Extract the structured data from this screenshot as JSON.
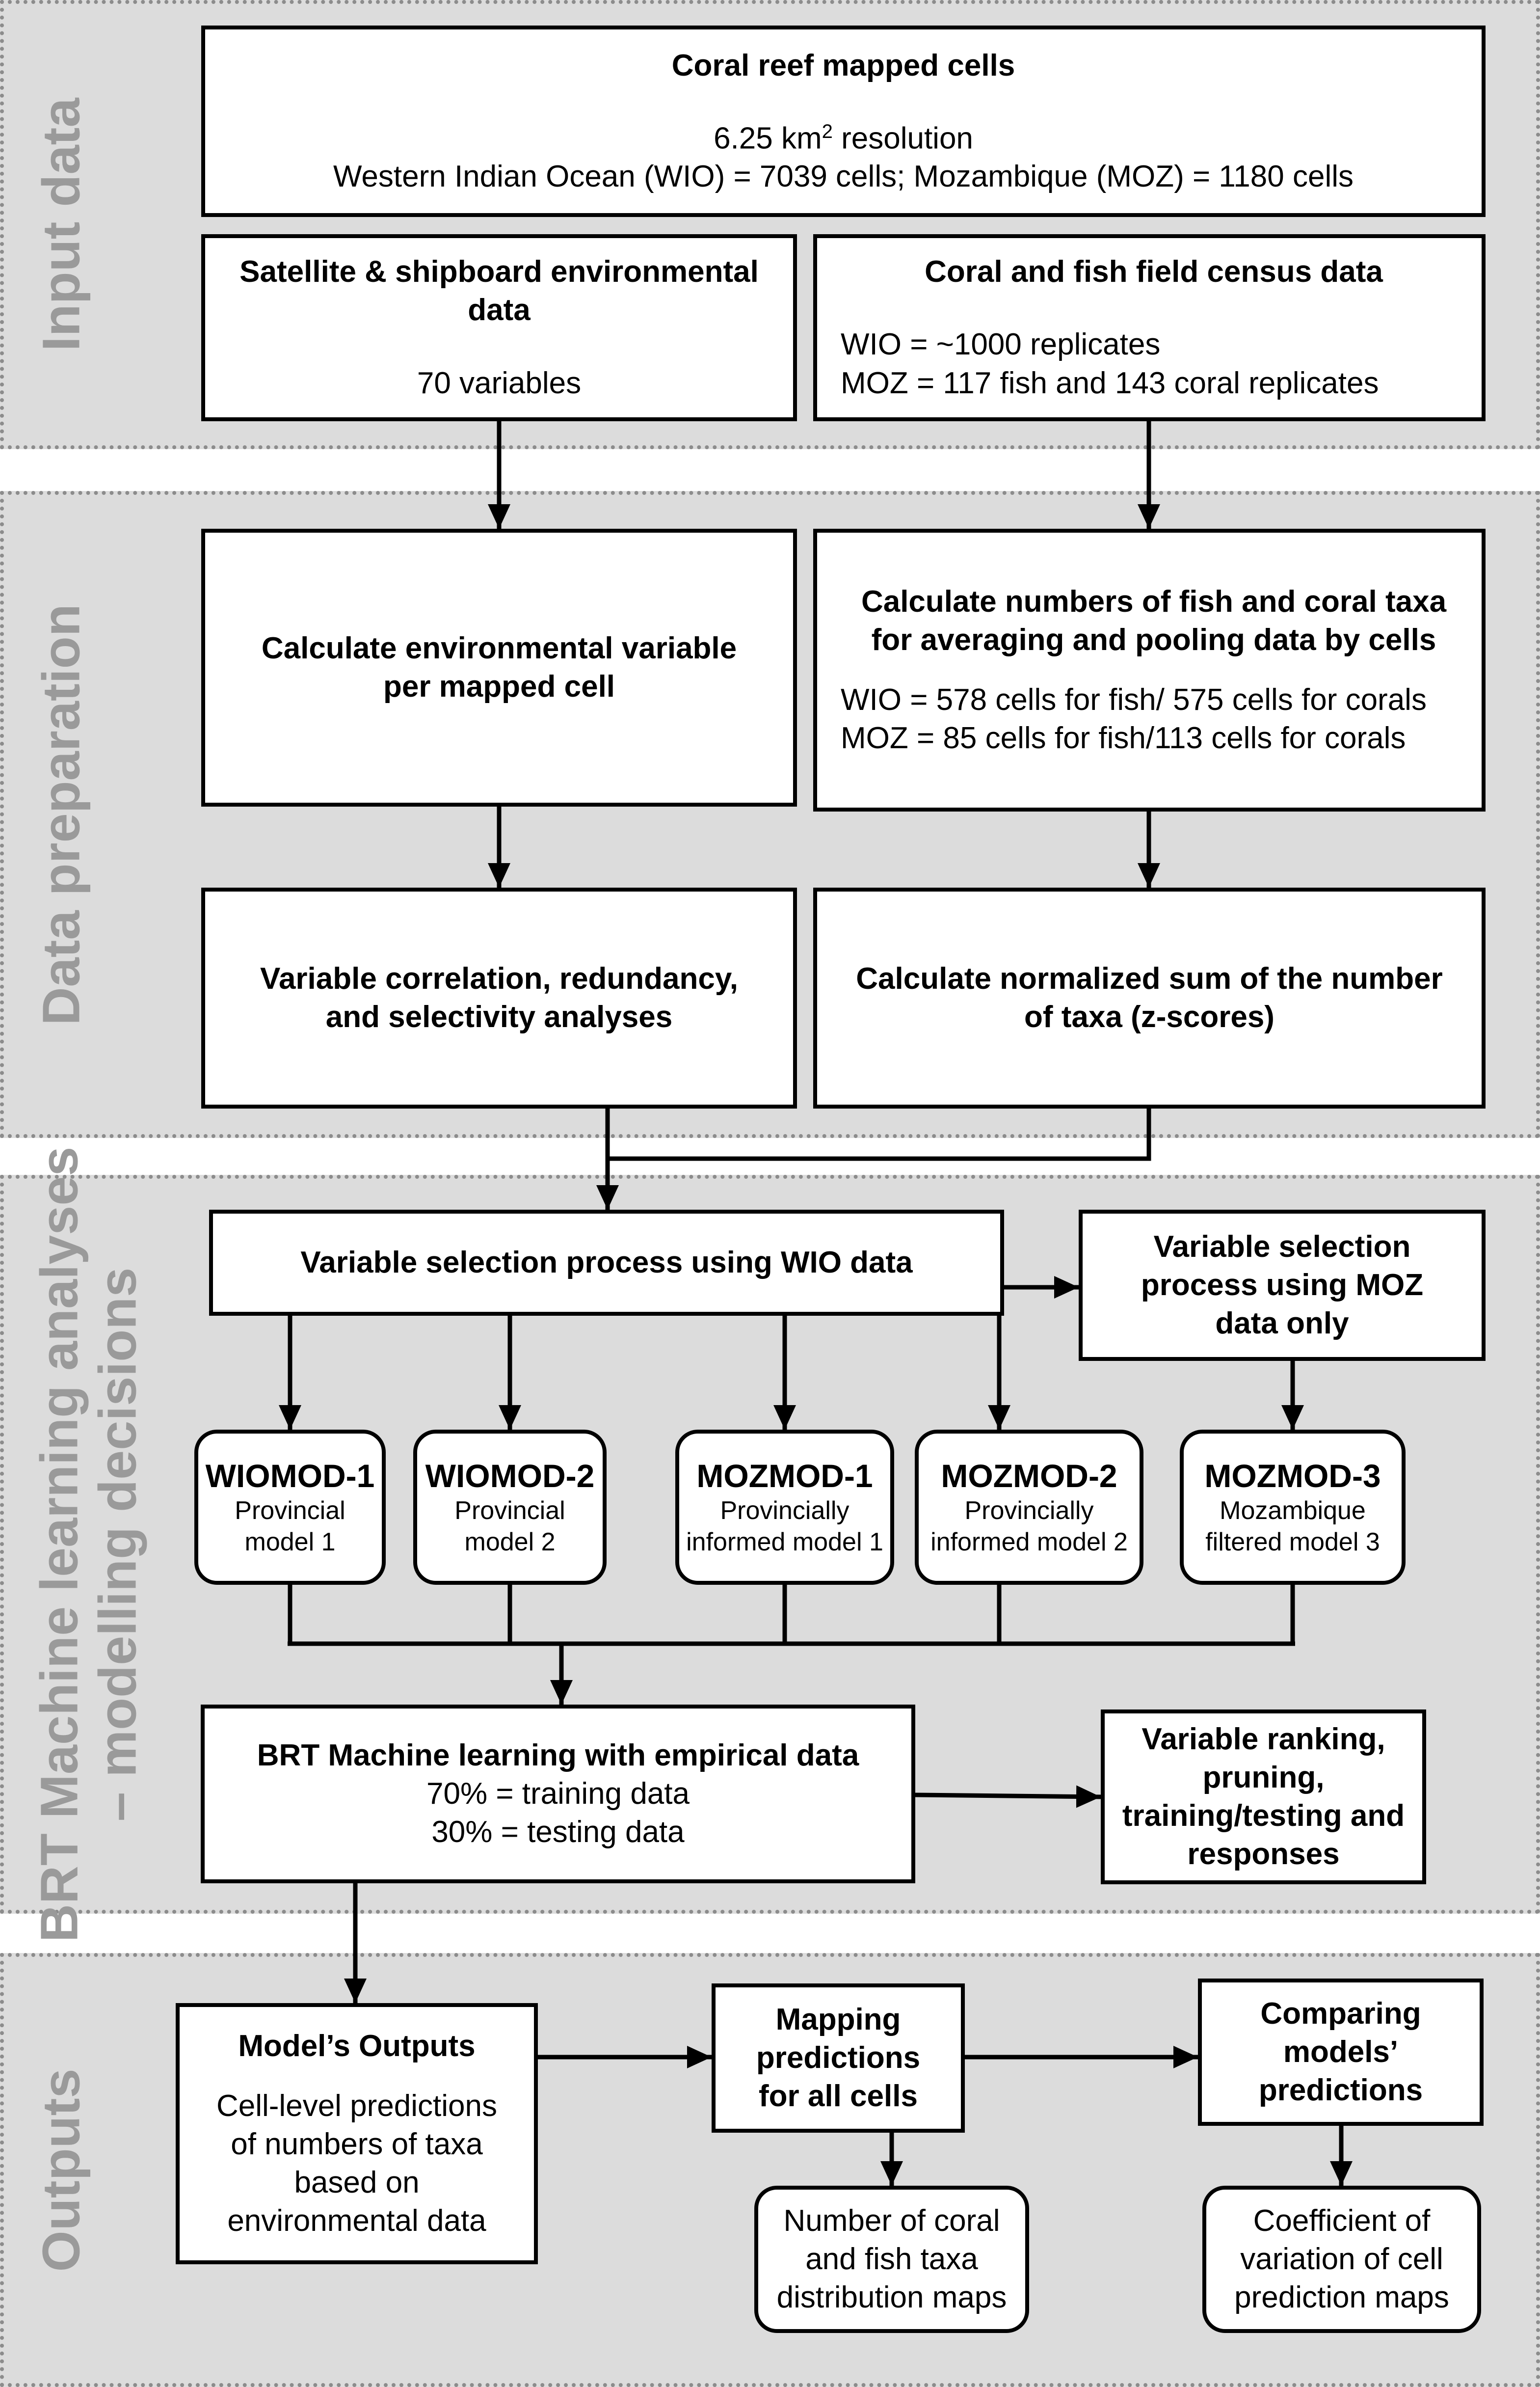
{
  "sections": {
    "input": "Input data",
    "prep": "Data preparation",
    "brt_line1": "BRT Machine learning analyses",
    "brt_line2": "– modelling decisions",
    "outputs": "Outputs"
  },
  "coral_mapped": {
    "title": "Coral reef mapped cells",
    "res_prefix": "6.25 km",
    "res_sup": "2",
    "res_suffix": " resolution",
    "counts": "Western Indian Ocean (WIO) = 7039 cells; Mozambique (MOZ) = 1180 cells"
  },
  "env_data": {
    "title1": "Satellite & shipboard environmental",
    "title2": "data",
    "count": "70 variables"
  },
  "census": {
    "title": "Coral and fish field census data",
    "wio": "WIO = ~1000 replicates",
    "moz": "MOZ = 117 fish and 143 coral replicates"
  },
  "calc_env": {
    "line1": "Calculate environmental variable",
    "line2": "per mapped cell"
  },
  "calc_taxa": {
    "line1": "Calculate numbers of fish and coral taxa",
    "line2": "for averaging and pooling data by cells",
    "wio": "WIO = 578 cells for fish/ 575 cells for corals",
    "moz": "MOZ = 85 cells for fish/113 cells for corals"
  },
  "var_corr": {
    "line1": "Variable correlation, redundancy,",
    "line2": "and selectivity analyses"
  },
  "norm_sum": {
    "line1": "Calculate normalized sum of the number",
    "line2": "of taxa (z-scores)"
  },
  "var_sel_wio": "Variable selection process using WIO data",
  "var_sel_moz": {
    "line1": "Variable selection",
    "line2": "process using MOZ",
    "line3": "data only"
  },
  "models": [
    {
      "name": "WIOMOD-1",
      "desc1": "Provincial",
      "desc2": "model 1"
    },
    {
      "name": "WIOMOD-2",
      "desc1": "Provincial",
      "desc2": "model 2"
    },
    {
      "name": "MOZMOD-1",
      "desc1": "Provincially",
      "desc2": "informed model 1"
    },
    {
      "name": "MOZMOD-2",
      "desc1": "Provincially",
      "desc2": "informed model 2"
    },
    {
      "name": "MOZMOD-3",
      "desc1": "Mozambique",
      "desc2": "filtered model 3"
    }
  ],
  "brt": {
    "title": "BRT Machine learning with empirical data",
    "train": "70% = training data",
    "test": "30% = testing data"
  },
  "var_rank": {
    "line1": "Variable ranking,",
    "line2": "pruning,",
    "line3": "training/testing and",
    "line4": "responses"
  },
  "model_outputs": {
    "title": "Model’s Outputs",
    "line1": "Cell-level predictions",
    "line2": "of numbers of taxa",
    "line3": "based on",
    "line4": "environmental data"
  },
  "mapping": {
    "line1": "Mapping predictions",
    "line2": "for all cells"
  },
  "comparing": {
    "line1": "Comparing",
    "line2": "models’",
    "line3": "predictions"
  },
  "dist_maps": {
    "line1": "Number of coral",
    "line2": "and fish taxa",
    "line3": "distribution maps"
  },
  "cv_maps": {
    "line1": "Coefficient of",
    "line2": "variation of cell",
    "line3": "prediction maps"
  }
}
